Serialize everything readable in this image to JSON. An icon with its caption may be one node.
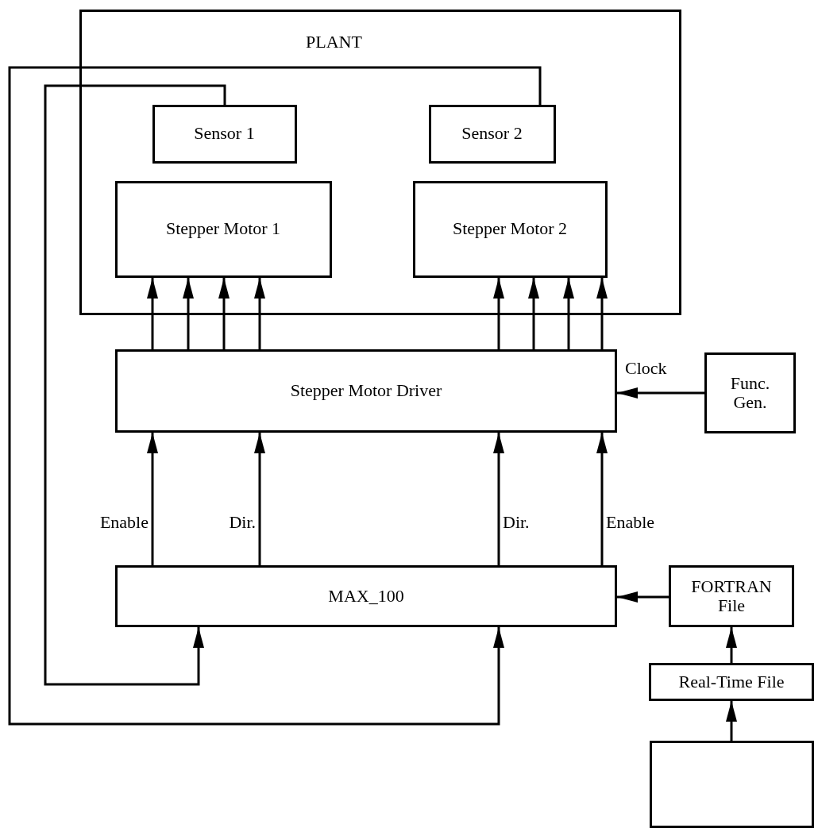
{
  "diagram": {
    "nodes": [
      {
        "text": [
          "PLANT"
        ]
      },
      {
        "text": [
          "Sensor 1"
        ],
        "in": 0
      },
      {
        "text": [
          "Sensor 2"
        ],
        "in": 0
      },
      {
        "text": [
          "Stepper Motor 1"
        ],
        "in": 0
      },
      {
        "text": [
          "Stepper Motor 2"
        ],
        "in": 0
      },
      {
        "text": [
          "Stepper Motor Driver"
        ]
      },
      {
        "text": [
          "Func. Gen."
        ]
      },
      {
        "text": [
          "MAX_100"
        ]
      },
      {
        "text": [
          "FORTRAN File"
        ]
      },
      {
        "text": [
          "Real-Time File"
        ]
      },
      {
        "text": [],
        "shape": "box"
      }
    ],
    "edges": [
      {
        "from": 5,
        "to": 3,
        "arrow": "to"
      },
      {
        "from": 5,
        "to": 3,
        "arrow": "to"
      },
      {
        "from": 5,
        "to": 3,
        "arrow": "to"
      },
      {
        "from": 5,
        "to": 3,
        "arrow": "to"
      },
      {
        "from": 5,
        "to": 4,
        "arrow": "to"
      },
      {
        "from": 5,
        "to": 4,
        "arrow": "to"
      },
      {
        "from": 5,
        "to": 4,
        "arrow": "to"
      },
      {
        "from": 5,
        "to": 4,
        "arrow": "to"
      },
      {
        "from": 6,
        "to": 5,
        "arrow": "to",
        "label": "Clock"
      },
      {
        "from": 7,
        "to": 5,
        "arrow": "to",
        "label": "Enable"
      },
      {
        "from": 7,
        "to": 5,
        "arrow": "to",
        "label": "Dir."
      },
      {
        "from": 7,
        "to": 5,
        "arrow": "to",
        "label": "Dir."
      },
      {
        "from": 7,
        "to": 5,
        "arrow": "to",
        "label": "Enable"
      },
      {
        "from": 8,
        "to": 7,
        "arrow": "to"
      },
      {
        "from": 9,
        "to": 8,
        "arrow": "to"
      },
      {
        "from": 10,
        "to": 9,
        "arrow": "to"
      },
      {
        "from": 1,
        "to": 7,
        "arrow": "to"
      },
      {
        "from": 2,
        "to": 7,
        "arrow": "to"
      }
    ]
  }
}
